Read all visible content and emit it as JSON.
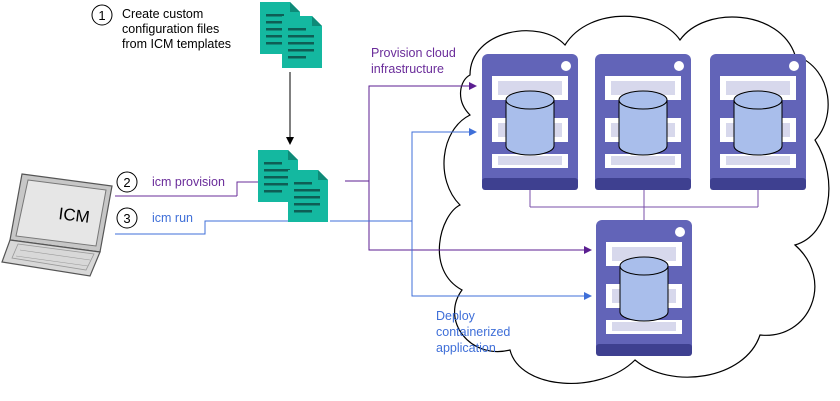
{
  "steps": [
    {
      "number": "1",
      "label_lines": [
        "Create custom",
        "configuration files",
        "from ICM templates"
      ]
    },
    {
      "number": "2",
      "label": "icm provision"
    },
    {
      "number": "3",
      "label": "icm run"
    }
  ],
  "annotations": {
    "provision_lines": [
      "Provision cloud",
      "infrastructure"
    ],
    "deploy_lines": [
      "Deploy",
      "containerized",
      "application"
    ]
  },
  "laptop": {
    "label": "ICM"
  },
  "icons": {
    "laptop": "laptop-icon",
    "document": "document-stack-icon",
    "server": "server-with-database-icon",
    "cloud": "cloud-outline"
  },
  "colors": {
    "provision_line": "#5B1E91",
    "run_line": "#3F6FD8",
    "server_body": "#6264B8",
    "server_dark": "#3E4090",
    "database": "#A9BEEB",
    "document": "#14B8A0",
    "step2_text": "#6A2C9A",
    "step3_text": "#3F6FD8"
  }
}
